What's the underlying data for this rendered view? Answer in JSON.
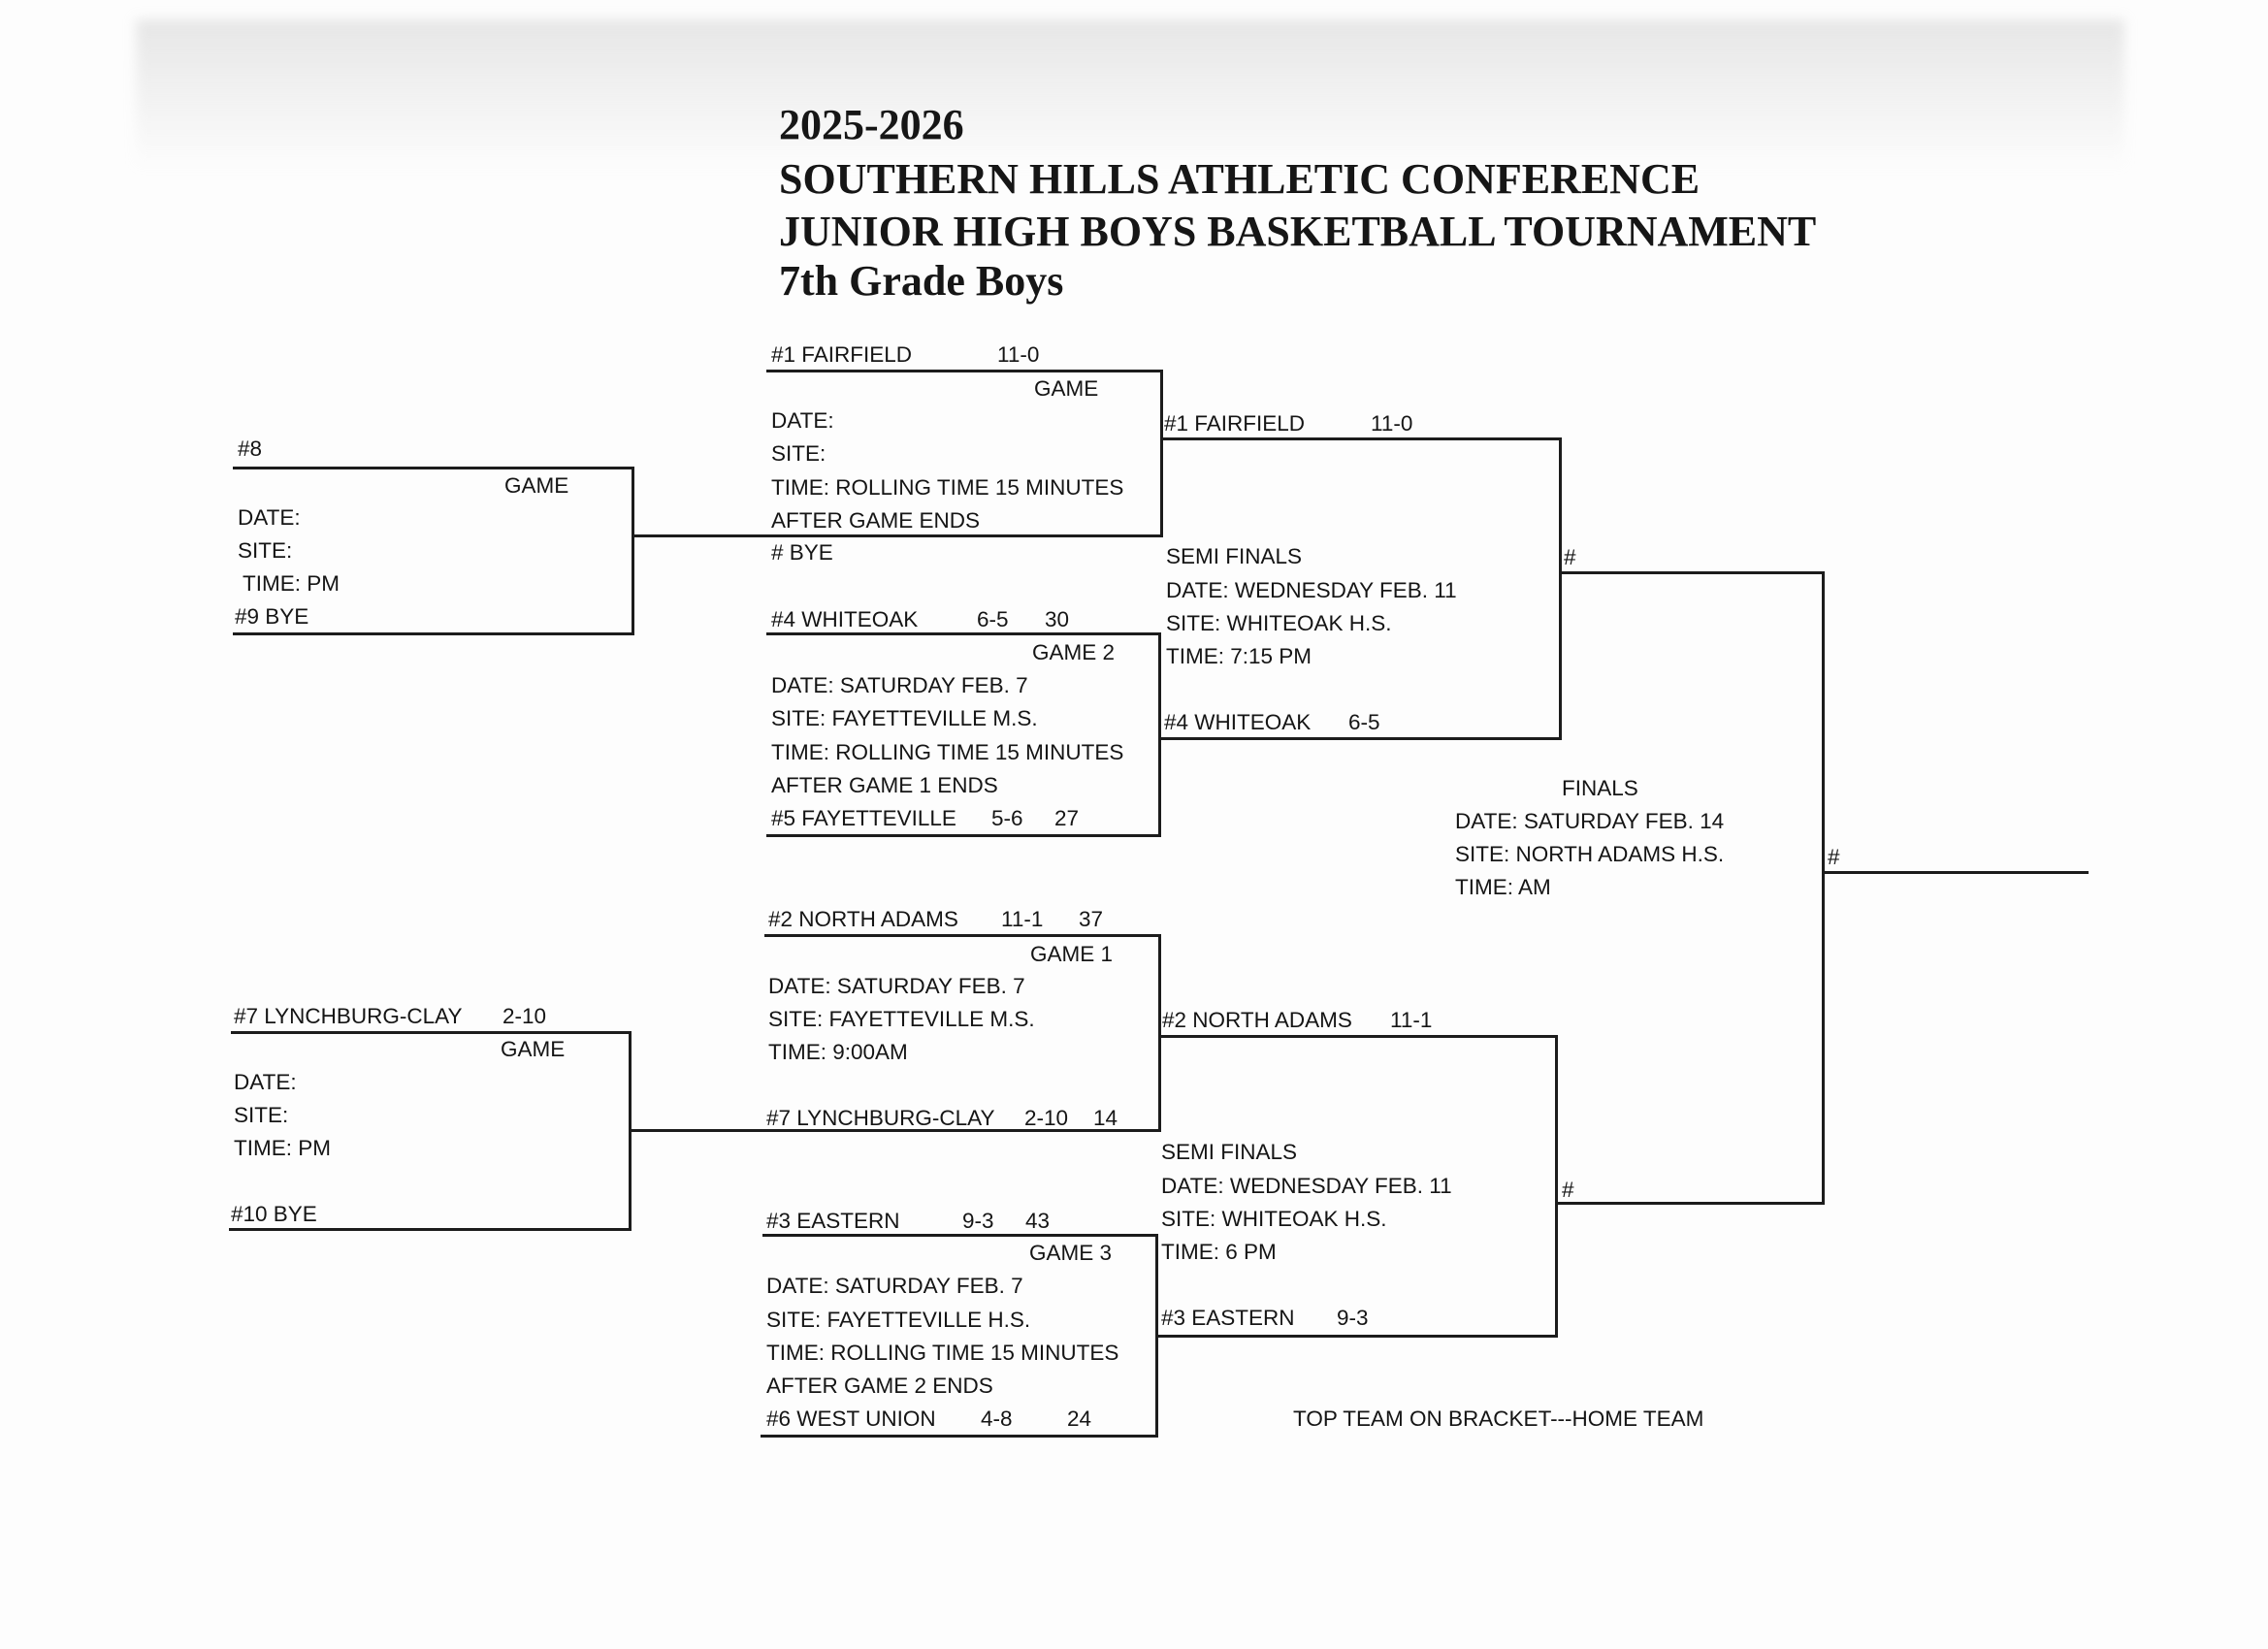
{
  "header": {
    "season": "2025-2026",
    "conference": "SOUTHERN HILLS ATHLETIC CONFERENCE",
    "tournament": "JUNIOR HIGH BOYS BASKETBALL TOURNAMENT",
    "division": "7th  Grade Boys"
  },
  "round1_top": {
    "seed_top": "#8",
    "game": "GAME",
    "date": "DATE:",
    "site": "SITE:",
    "time": "TIME:  PM",
    "seed_bottom": "#9  BYE"
  },
  "round1_bottom": {
    "team_top": "#7  LYNCHBURG-CLAY",
    "team_top_record": "2-10",
    "game": "GAME",
    "date": "DATE:",
    "site": "SITE:",
    "time": "TIME: PM",
    "seed_bottom": "#10  BYE"
  },
  "qf_a": {
    "team_top": "#1   FAIRFIELD",
    "team_top_record": "11-0",
    "game": "GAME",
    "date": "DATE:",
    "site": "SITE:",
    "time": "TIME:  ROLLING TIME 15 MINUTES",
    "note": "AFTER GAME  ENDS",
    "team_bottom": "# BYE"
  },
  "qf_b": {
    "team_top": "#4 WHITEOAK",
    "team_top_record": "6-5",
    "team_top_score": "30",
    "game": "GAME 2",
    "date": "DATE: SATURDAY FEB. 7",
    "site": "SITE: FAYETTEVILLE M.S.",
    "time": "TIME: ROLLING TIME 15 MINUTES",
    "note": "AFTER GAME 1 ENDS",
    "team_bottom": "#5  FAYETTEVILLE",
    "team_bottom_record": "5-6",
    "team_bottom_score": "27"
  },
  "qf_c": {
    "team_top": "#2  NORTH ADAMS",
    "team_top_record": "11-1",
    "team_top_score": "37",
    "game": "GAME  1",
    "date": "DATE: SATURDAY FEB. 7",
    "site": "SITE:  FAYETTEVILLE M.S.",
    "time": "TIME:  9:00AM",
    "team_bottom": "#7 LYNCHBURG-CLAY",
    "team_bottom_record": "2-10",
    "team_bottom_score": "14"
  },
  "qf_d": {
    "team_top": "#3  EASTERN",
    "team_top_record": "9-3",
    "team_top_score": "43",
    "game": "GAME 3",
    "date": "DATE: SATURDAY FEB. 7",
    "site": "SITE: FAYETTEVILLE H.S.",
    "time": "TIME: ROLLING TIME 15 MINUTES",
    "note": "AFTER GAME 2 ENDS",
    "team_bottom": "#6   WEST UNION",
    "team_bottom_record": "4-8",
    "team_bottom_score": "24"
  },
  "semi_top": {
    "team_top": "#1 FAIRFIELD",
    "team_top_record": "11-0",
    "label": "SEMI  FINALS",
    "date": "DATE: WEDNESDAY FEB. 11",
    "site": "SITE: WHITEOAK H.S.",
    "time": "TIME: 7:15 PM",
    "team_bottom": "#4 WHITEOAK",
    "team_bottom_record": "6-5"
  },
  "semi_bottom": {
    "team_top": "#2 NORTH ADAMS",
    "team_top_record": "11-1",
    "label": "SEMI FINALS",
    "date": "DATE: WEDNESDAY FEB. 11",
    "site": "SITE:  WHITEOAK H.S.",
    "time": "TIME: 6  PM",
    "team_bottom": "#3 EASTERN",
    "team_bottom_record": "9-3"
  },
  "finals": {
    "team_top": "#",
    "team_bottom": "#",
    "label": "FINALS",
    "date": "DATE: SATURDAY FEB. 14",
    "site": "SITE:  NORTH ADAMS H.S.",
    "time": "TIME:    AM",
    "champion": "#"
  },
  "footer": {
    "note": "TOP TEAM ON BRACKET---HOME TEAM"
  }
}
